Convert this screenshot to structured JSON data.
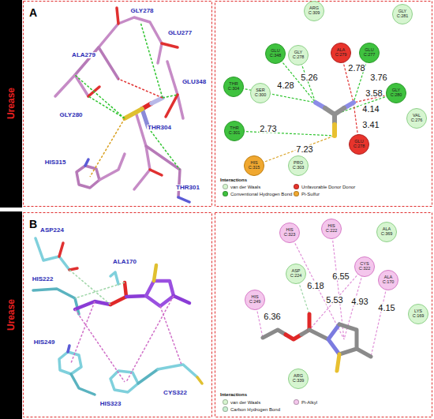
{
  "diagram": {
    "nodes": [
      {
        "text": [
          "ARG C:309"
        ]
      },
      {
        "text": [
          "GLY C:281"
        ]
      },
      {
        "text": [
          "GLU C:348"
        ]
      },
      {
        "text": [
          "GLY C:278"
        ]
      },
      {
        "text": [
          "ALA C:279"
        ]
      },
      {
        "text": [
          "GLU C:277"
        ]
      },
      {
        "text": [
          "THR C:304"
        ]
      },
      {
        "text": [
          "SER C:300"
        ]
      },
      {
        "text": [
          "GLY C:280"
        ]
      },
      {
        "text": [
          "VAL C:276"
        ]
      },
      {
        "text": [
          "THR C:301"
        ]
      },
      {
        "text": [
          "GLU C:278"
        ]
      },
      {
        "text": [
          "HIS C:315"
        ]
      },
      {
        "text": [
          "PRO C:303"
        ]
      },
      {
        "text": [
          "HIS C:323"
        ]
      },
      {
        "text": [
          "HIS C:222"
        ]
      },
      {
        "text": [
          "ALA C:369"
        ]
      },
      {
        "text": [
          "ASP C:224"
        ]
      },
      {
        "text": [
          "CYS C:322"
        ]
      },
      {
        "text": [
          "ALA C:170"
        ]
      },
      {
        "text": [
          "HIS C:249"
        ]
      },
      {
        "text": [
          "ARG C:339"
        ]
      },
      {
        "text": [
          "LYS C:169"
        ]
      }
    ],
    "labels": [
      "A",
      "Urease",
      "GLY278",
      "GLU277",
      "GLU348",
      "ALA279",
      "GLY280",
      "HIS315",
      "THR304",
      "THR301",
      "4.28",
      "5.26",
      "2.78",
      "3.76",
      "3.58",
      "2.73",
      "4.14",
      "3.41",
      "7.23",
      "Interactions",
      "B",
      "Urease",
      "ASP224",
      "HIS222",
      "ALA170",
      "HIS249",
      "HIS323",
      "CYS322",
      "6.18",
      "6.55",
      "5.53",
      "4.93",
      "4.15",
      "6.36",
      "Interactions"
    ],
    "legend": [
      {
        "text": "van der Waals",
        "color": "#d6f5d0"
      },
      {
        "text": "Conventional Hydrogen Bond",
        "color": "#3fc23f"
      },
      {
        "text": "Unfavorable Donor Donor",
        "color": "#e8342c"
      },
      {
        "text": "Pi-Sulfur",
        "color": "#f0a830"
      },
      {
        "text": "van der Waals",
        "color": "#d6f5d0"
      },
      {
        "text": "Carbon Hydrogen Bond",
        "color": "#c9efd2"
      },
      {
        "text": "Pi-Alkyl",
        "color": "#f4c6ec"
      }
    ]
  }
}
